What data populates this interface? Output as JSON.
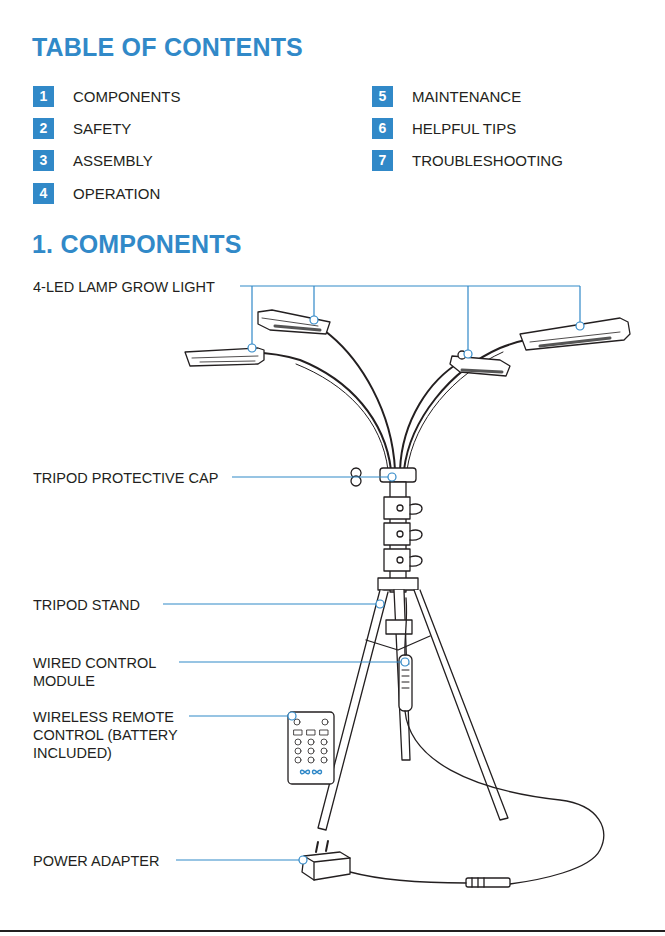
{
  "diagram": {
    "title": "TABLE OF CONTENTS",
    "nodes": [
      {
        "text": [
          "1",
          "COMPONENTS"
        ]
      },
      {
        "text": [
          "2",
          "SAFETY"
        ]
      },
      {
        "text": [
          "3",
          "ASSEMBLY"
        ]
      },
      {
        "text": [
          "4",
          "OPERATION"
        ]
      },
      {
        "text": [
          "5",
          "MAINTENANCE"
        ]
      },
      {
        "text": [
          "6",
          "HELPFUL TIPS"
        ]
      },
      {
        "text": [
          "7",
          "TROUBLESHOOTING"
        ]
      }
    ],
    "labels": [
      "1. COMPONENTS",
      "4-LED LAMP GROW LIGHT",
      "TRIPOD PROTECTIVE CAP",
      "TRIPOD STAND",
      "WIRED CONTROL MODULE",
      "WIRELESS REMOTE CONTROL (BATTERY INCLUDED)",
      "POWER ADAPTER"
    ]
  }
}
